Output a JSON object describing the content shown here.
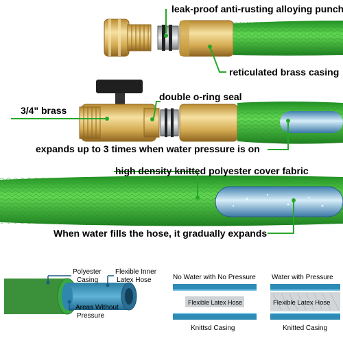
{
  "callouts": {
    "leak_proof": "leak-proof anti-rusting alloying punch",
    "reticulated": "reticulated brass casing",
    "brass_size": "3/4\" brass",
    "o_ring": "double o-ring seal",
    "expands": "expands up to 3 times when water pressure is on",
    "high_density": "high density knitted polyester cover fabric",
    "water_fills": "When water fills the hose, it gradually expands"
  },
  "cross_section": {
    "polyester_casing_line1": "Polyester",
    "polyester_casing_line2": "Casing",
    "inner_hose_line1": "Flexible Inner",
    "inner_hose_line2": "Latex Hose",
    "areas_without_line1": "Areas Without",
    "areas_without_line2": "Pressure"
  },
  "compare_no_pressure": {
    "title": "No Water with No Pressure",
    "inner_label": "Flexible Latex Hose",
    "casing_label": "Knittsd Casing"
  },
  "compare_with_pressure": {
    "title": "Water with Pressure",
    "inner_label": "Flexible Latex Hose",
    "casing_label": "Knitted Casing"
  },
  "colors": {
    "callout_green": "#26a829",
    "hose_green": "#3fc23a",
    "brass": "#d8b356",
    "blue_hose": "#3d9fc2",
    "casing_blue": "#2d8bb6"
  }
}
